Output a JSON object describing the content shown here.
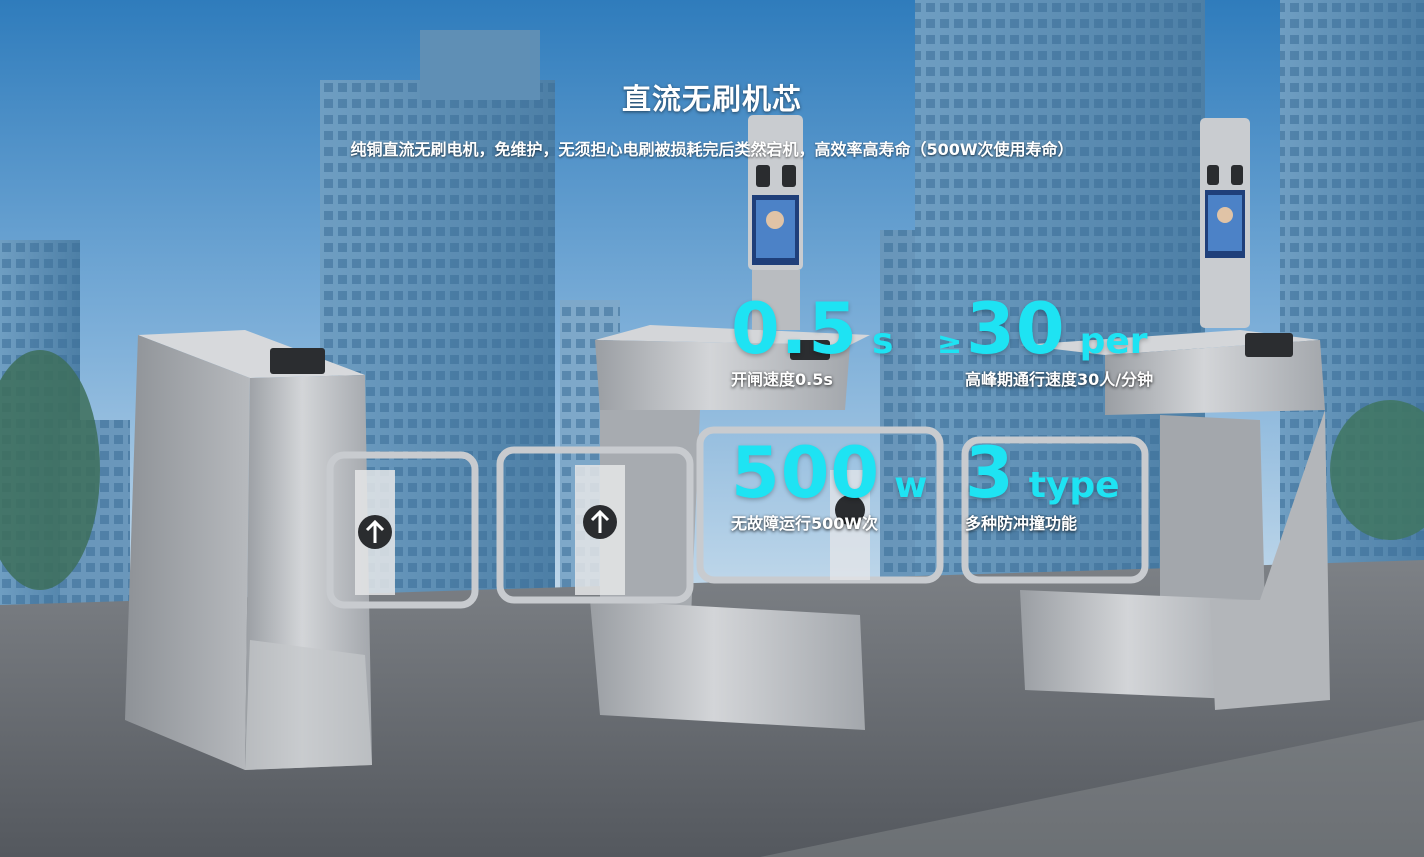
{
  "heading": {
    "title": "直流无刷机芯",
    "subtitle": "纯铜直流无刷电机，免维护，无须担心电刷被损耗完后类然宕机，高效率高寿命（500W次使用寿命）"
  },
  "stats": [
    {
      "prefix": "",
      "value": "0.5",
      "unit": "s",
      "label": "开闸速度0.5s"
    },
    {
      "prefix": "≥",
      "value": "30",
      "unit": "per",
      "label": "高峰期通行速度30人/分钟"
    },
    {
      "prefix": "",
      "value": "500",
      "unit": "w",
      "label": "无故障运行500W次"
    },
    {
      "prefix": "",
      "value": "3",
      "unit": "type",
      "label": "多种防冲撞功能"
    }
  ],
  "colors": {
    "accent": "#1ee3f3",
    "sky_top": "#3f86c4",
    "sky_bottom": "#a9c9e4",
    "ground": "#5f6369",
    "steel": "#b9bcc0"
  }
}
